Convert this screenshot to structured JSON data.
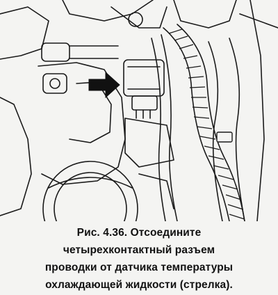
{
  "figure": {
    "caption_lines": [
      "Рис. 4.36. Отсоедините",
      "четырехконтактный разъем",
      "проводки от датчика температуры",
      "охлаждающей жидкости (стрелка)."
    ]
  }
}
